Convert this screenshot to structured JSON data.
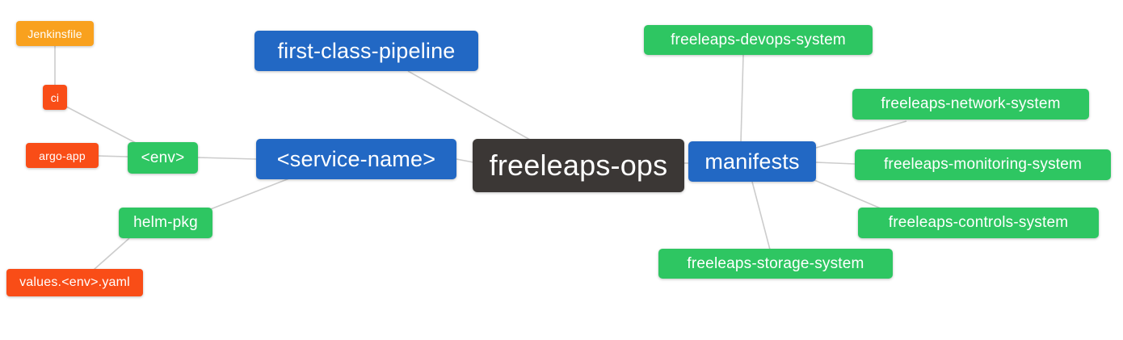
{
  "palette": {
    "blue": "#2268C4",
    "green": "#2EC662",
    "orange": "#F9A11E",
    "red": "#F94D17",
    "dark": "#3B3735",
    "edge_gray": "#CCCCCC",
    "node_text": "#FFFFFF",
    "background": "#FFFFFF"
  },
  "nodes": {
    "jenkinsfile": {
      "label": "Jenkinsfile"
    },
    "ci": {
      "label": "ci"
    },
    "argo_app": {
      "label": "argo-app"
    },
    "env": {
      "label": "<env>"
    },
    "helm_pkg": {
      "label": "helm-pkg"
    },
    "values_env_yaml": {
      "label": "values.<env>.yaml"
    },
    "service_name": {
      "label": "<service-name>"
    },
    "first_class_pipeline": {
      "label": "first-class-pipeline"
    },
    "freeleaps_ops": {
      "label": "freeleaps-ops"
    },
    "manifests": {
      "label": "manifests"
    },
    "devops_system": {
      "label": "freeleaps-devops-system"
    },
    "network_system": {
      "label": "freeleaps-network-system"
    },
    "monitoring_system": {
      "label": "freeleaps-monitoring-system"
    },
    "controls_system": {
      "label": "freeleaps-controls-system"
    },
    "storage_system": {
      "label": "freeleaps-storage-system"
    }
  },
  "edges": [
    {
      "from": "jenkinsfile",
      "to": "ci"
    },
    {
      "from": "ci",
      "to": "env"
    },
    {
      "from": "argo_app",
      "to": "env"
    },
    {
      "from": "env",
      "to": "service_name"
    },
    {
      "from": "helm_pkg",
      "to": "service_name"
    },
    {
      "from": "values_env_yaml",
      "to": "helm_pkg"
    },
    {
      "from": "service_name",
      "to": "freeleaps_ops"
    },
    {
      "from": "first_class_pipeline",
      "to": "freeleaps_ops"
    },
    {
      "from": "freeleaps_ops",
      "to": "manifests"
    },
    {
      "from": "manifests",
      "to": "devops_system"
    },
    {
      "from": "manifests",
      "to": "network_system"
    },
    {
      "from": "manifests",
      "to": "monitoring_system"
    },
    {
      "from": "manifests",
      "to": "controls_system"
    },
    {
      "from": "manifests",
      "to": "storage_system"
    }
  ]
}
